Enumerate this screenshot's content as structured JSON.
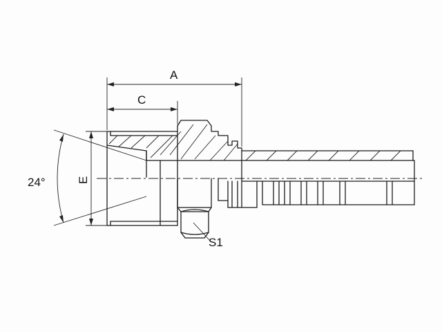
{
  "labels": {
    "a": "A",
    "c": "C",
    "e": "E",
    "angle": "24°",
    "s1": "S1"
  }
}
